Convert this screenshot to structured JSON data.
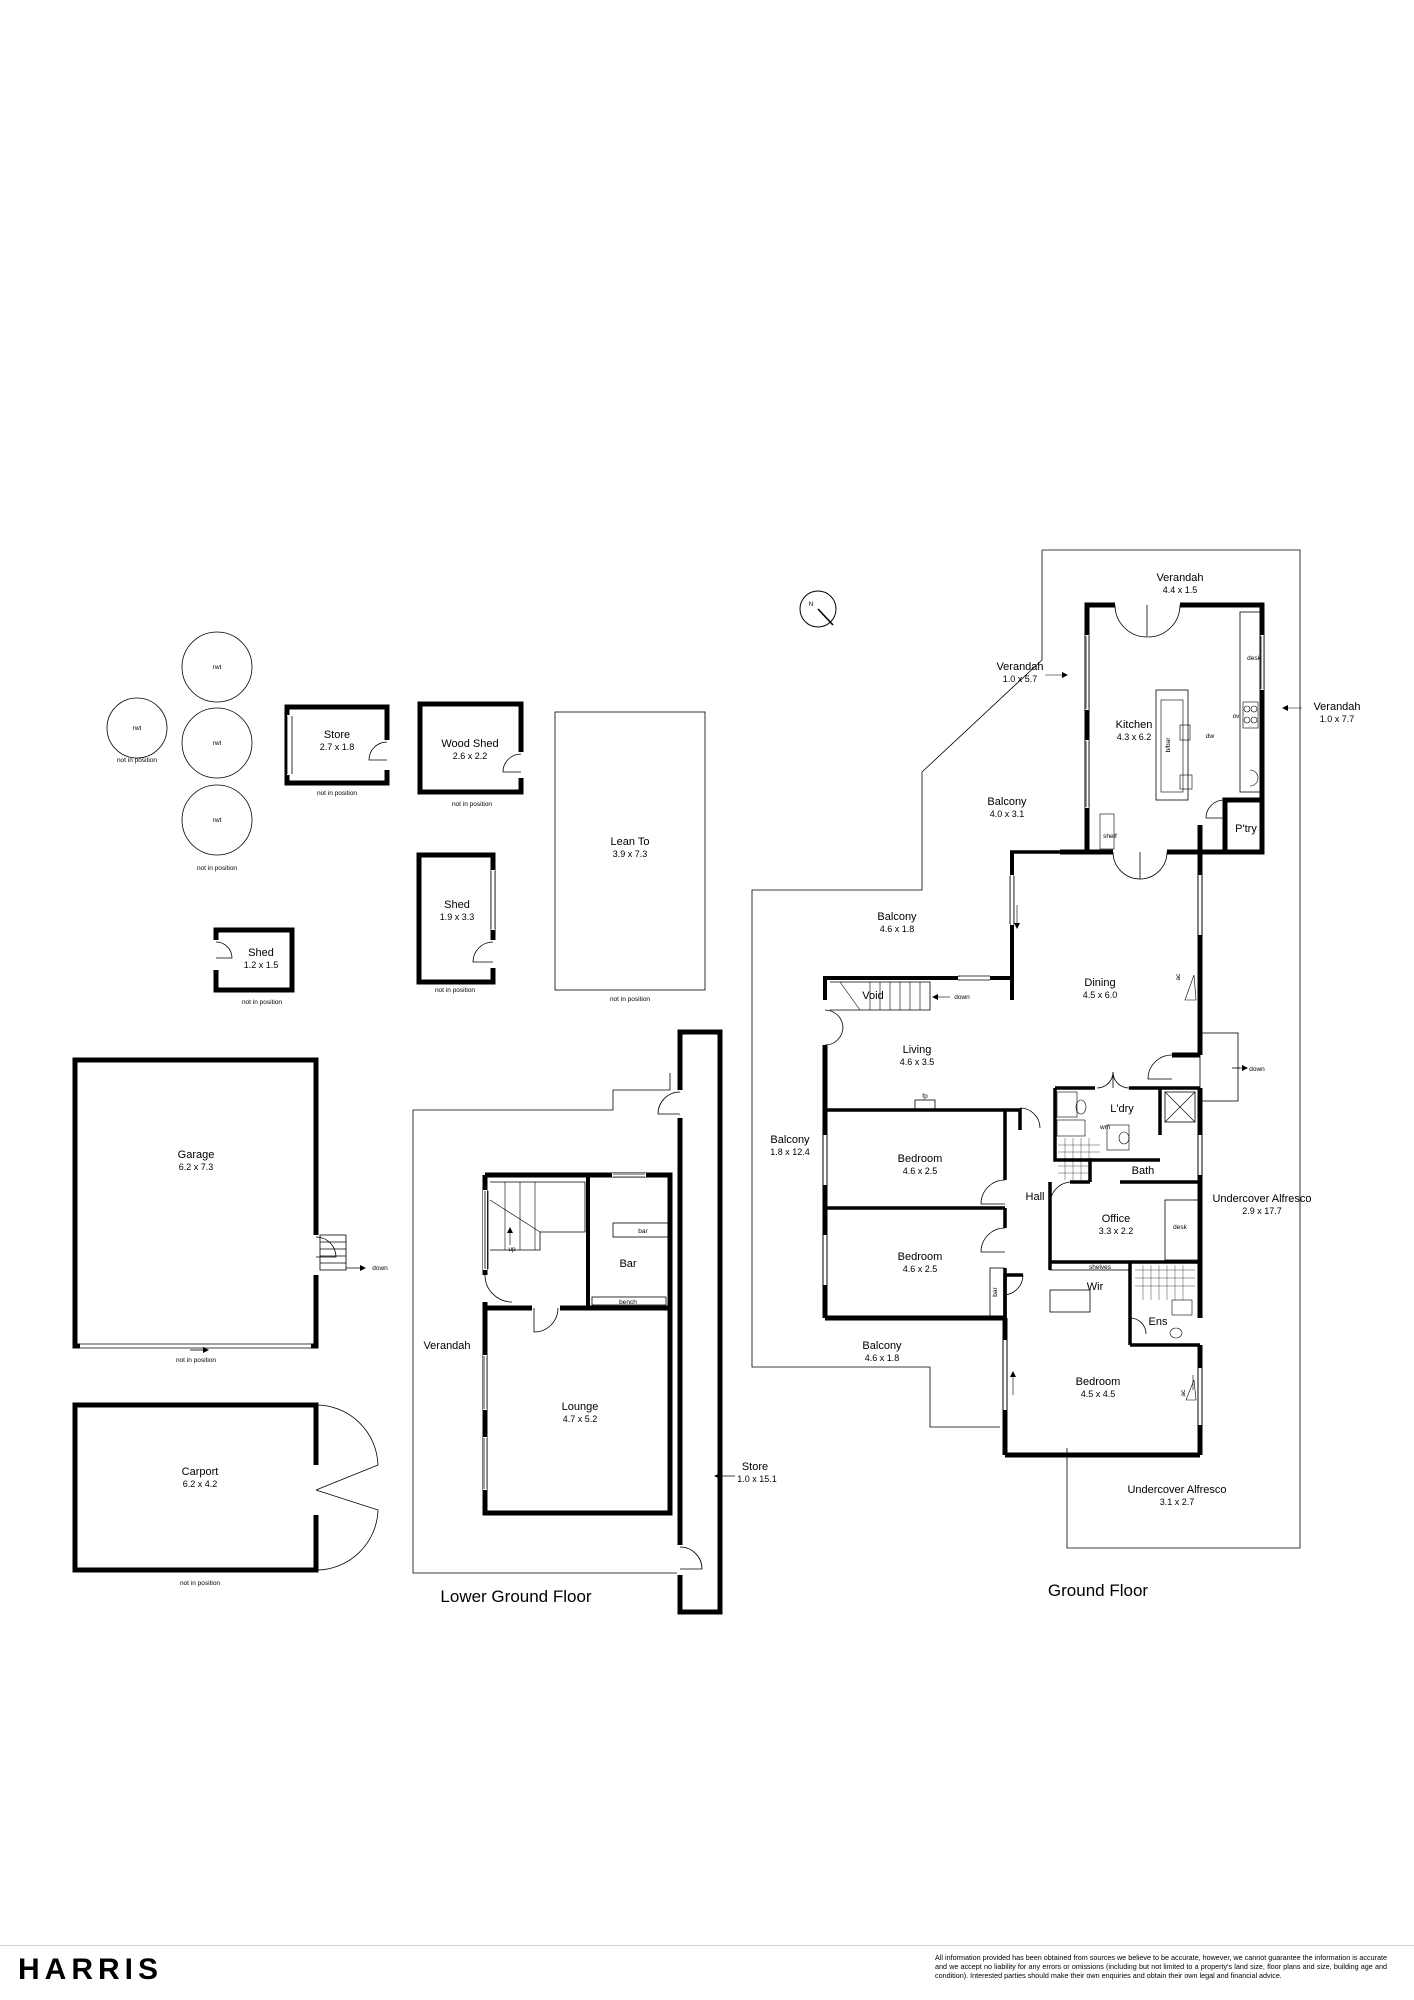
{
  "brand": "HARRIS",
  "disclaimer": "All information provided has been obtained from sources we believe to be accurate, however, we cannot guarantee the information is accurate and we accept no liability for any errors or omissions (including but not limited to a property's land size, floor plans and size, building age and condition). Interested parties should make their own enquiries and obtain their own legal and financial advice.",
  "floors": {
    "lower": "Lower Ground Floor",
    "ground": "Ground Floor"
  },
  "compass": "N",
  "outbuildings": {
    "rwt": "rwt",
    "not_in_position": "not in position",
    "store": {
      "name": "Store",
      "dim": "2.7 x 1.8"
    },
    "wood_shed": {
      "name": "Wood Shed",
      "dim": "2.6 x 2.2"
    },
    "lean_to": {
      "name": "Lean To",
      "dim": "3.9 x 7.3"
    },
    "shed_a": {
      "name": "Shed",
      "dim": "1.9 x 3.3"
    },
    "shed_b": {
      "name": "Shed",
      "dim": "1.2 x 1.5"
    },
    "garage": {
      "name": "Garage",
      "dim": "6.2 x 7.3"
    },
    "carport": {
      "name": "Carport",
      "dim": "6.2 x 4.2"
    },
    "down": "down"
  },
  "lower_ground": {
    "verandah": "Verandah",
    "bar": "Bar",
    "bar_label": "bar",
    "bench": "bench",
    "up": "up",
    "lounge": {
      "name": "Lounge",
      "dim": "4.7 x 5.2"
    },
    "store": {
      "name": "Store",
      "dim": "1.0 x 15.1"
    }
  },
  "ground": {
    "verandah_top": {
      "name": "Verandah",
      "dim": "4.4 x 1.5"
    },
    "verandah_left": {
      "name": "Verandah",
      "dim": "1.0 x 5.7"
    },
    "verandah_right": {
      "name": "Verandah",
      "dim": "1.0 x 7.7"
    },
    "kitchen": {
      "name": "Kitchen",
      "dim": "4.3 x 6.2"
    },
    "desk": "desk",
    "bkbar": "b/bar",
    "dw": "dw",
    "ov": "ov",
    "shelf": "shelf",
    "f": "f",
    "pantry": "P'try",
    "balcony_top": {
      "name": "Balcony",
      "dim": "4.0 x 3.1"
    },
    "balcony_mid": {
      "name": "Balcony",
      "dim": "4.6 x 1.8"
    },
    "dining": {
      "name": "Dining",
      "dim": "4.5 x 6.0"
    },
    "ac": "ac",
    "void": "Void",
    "down": "down",
    "living": {
      "name": "Living",
      "dim": "4.6 x 3.5"
    },
    "fp": "fp",
    "laundry": "L'dry",
    "wm": "wm",
    "balcony_side": {
      "name": "Balcony",
      "dim": "1.8 x 12.4"
    },
    "bedroom1": {
      "name": "Bedroom",
      "dim": "4.6 x 2.5"
    },
    "bath": "Bath",
    "hall": "Hall",
    "office": {
      "name": "Office",
      "dim": "3.3 x 2.2"
    },
    "alfresco_long": {
      "name": "Undercover Alfresco",
      "dim": "2.9 x 17.7"
    },
    "bedroom2": {
      "name": "Bedroom",
      "dim": "4.6 x 2.5"
    },
    "shelves": "shelves",
    "bar": "bar",
    "wir": "Wir",
    "ens": "Ens",
    "balcony_bottom": {
      "name": "Balcony",
      "dim": "4.6 x 1.8"
    },
    "bedroom3": {
      "name": "Bedroom",
      "dim": "4.5 x 4.5"
    },
    "alfresco_small": {
      "name": "Undercover Alfresco",
      "dim": "3.1 x 2.7"
    }
  }
}
